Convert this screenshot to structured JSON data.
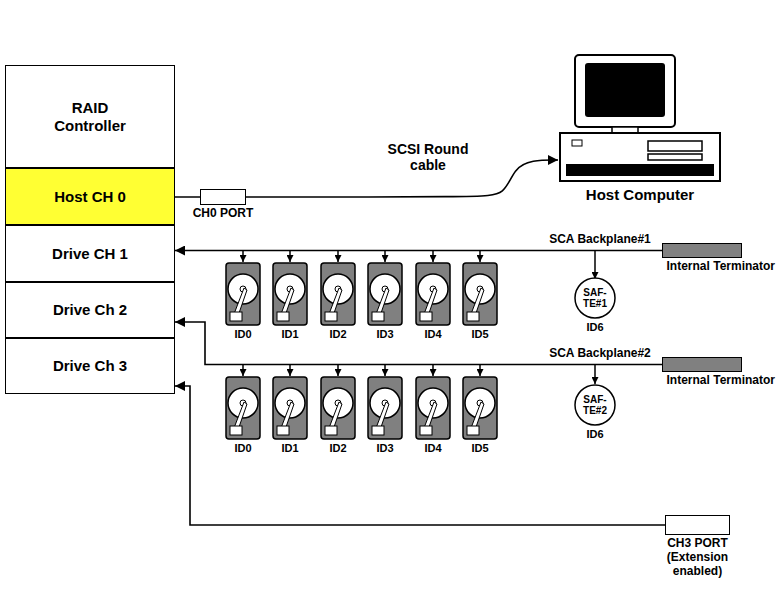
{
  "diagram": {
    "nodes": [
      {
        "text": [
          "RAID Controller"
        ]
      },
      {
        "text": [
          "Host CH 0"
        ]
      },
      {
        "text": [
          "Drive CH 1"
        ]
      },
      {
        "text": [
          "Drive Ch 2"
        ]
      },
      {
        "text": [
          "Drive Ch 3"
        ]
      },
      {
        "text": [
          "CH0 PORT"
        ]
      },
      {
        "text": [
          "Host Computer"
        ]
      },
      {
        "text": [
          "SAF- TE#1",
          "ID6"
        ]
      },
      {
        "text": [
          "SAF- TE#2",
          "ID6"
        ]
      },
      {
        "text": [
          "Internal Terminator"
        ]
      },
      {
        "text": [
          "Internal Terminator"
        ]
      },
      {
        "text": [
          "CH3 PORT",
          "(Extension enabled)"
        ]
      }
    ],
    "edges": [
      {
        "from": 5,
        "to": 6,
        "arrow": "to",
        "label": "SCSI Round cable"
      },
      {
        "from": 5,
        "to": 1,
        "arrow": "to"
      },
      {
        "from": 9,
        "to": 2,
        "arrow": "to",
        "label": "SCA Backplane#1"
      },
      {
        "from": 10,
        "to": 3,
        "arrow": "to",
        "label": "SCA Backplane#2"
      },
      {
        "from": 11,
        "to": 4,
        "arrow": "to"
      }
    ],
    "labels": [
      "ID0",
      "ID1",
      "ID2",
      "ID3",
      "ID4",
      "ID5",
      "ID0",
      "ID1",
      "ID2",
      "ID3",
      "ID4",
      "ID5"
    ]
  }
}
